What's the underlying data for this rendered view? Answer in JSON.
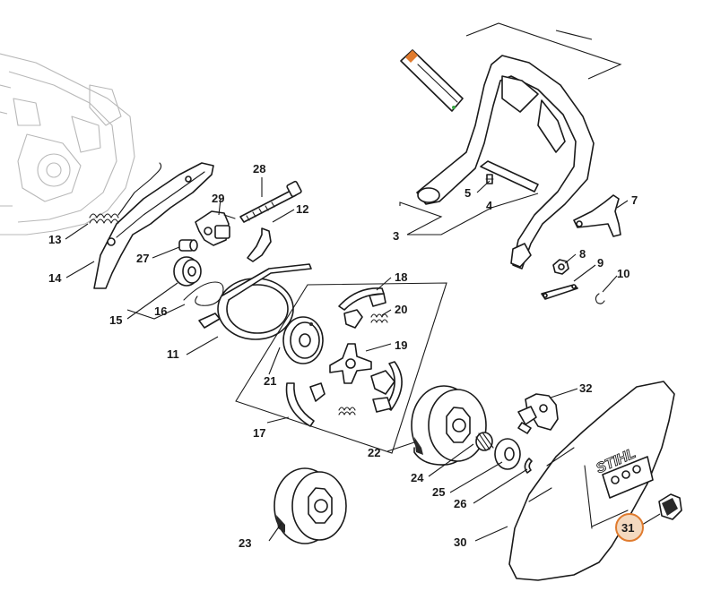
{
  "brand": {
    "logo_text": "STIHL",
    "highlight_color": "#e07b2e"
  },
  "callouts": [
    {
      "id": "3",
      "label": "3"
    },
    {
      "id": "4",
      "label": "4"
    },
    {
      "id": "5",
      "label": "5"
    },
    {
      "id": "7",
      "label": "7"
    },
    {
      "id": "8",
      "label": "8"
    },
    {
      "id": "9",
      "label": "9"
    },
    {
      "id": "10",
      "label": "10"
    },
    {
      "id": "11",
      "label": "11"
    },
    {
      "id": "12",
      "label": "12"
    },
    {
      "id": "13",
      "label": "13"
    },
    {
      "id": "14",
      "label": "14"
    },
    {
      "id": "15",
      "label": "15"
    },
    {
      "id": "16",
      "label": "16"
    },
    {
      "id": "17",
      "label": "17"
    },
    {
      "id": "18",
      "label": "18"
    },
    {
      "id": "19",
      "label": "19"
    },
    {
      "id": "20",
      "label": "20"
    },
    {
      "id": "21",
      "label": "21"
    },
    {
      "id": "22",
      "label": "22"
    },
    {
      "id": "23",
      "label": "23"
    },
    {
      "id": "24",
      "label": "24"
    },
    {
      "id": "25",
      "label": "25"
    },
    {
      "id": "26",
      "label": "26"
    },
    {
      "id": "27",
      "label": "27"
    },
    {
      "id": "28",
      "label": "28"
    },
    {
      "id": "29",
      "label": "29"
    },
    {
      "id": "30",
      "label": "30"
    },
    {
      "id": "31",
      "label": "31",
      "highlighted": true
    },
    {
      "id": "32",
      "label": "32"
    }
  ]
}
